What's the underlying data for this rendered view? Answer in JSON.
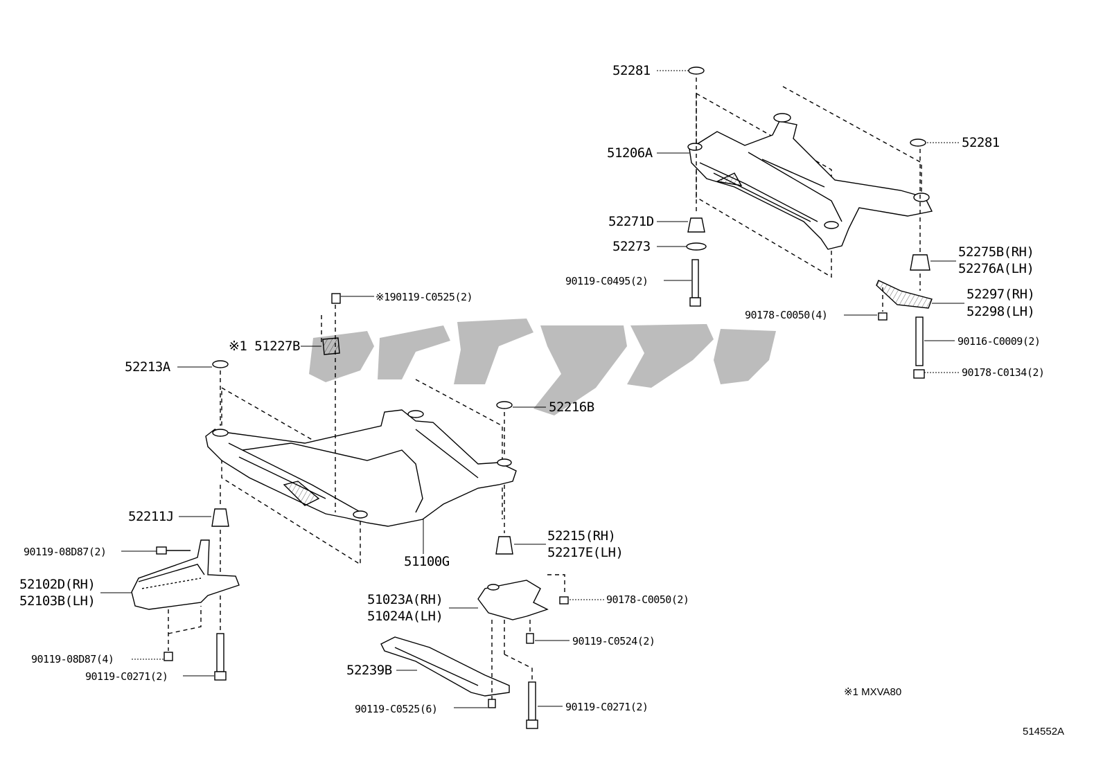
{
  "diagram": {
    "ref_number": "514552A",
    "model_note": "※1 MXVA80",
    "watermark_color": "#b5b5b5",
    "line_color": "#000000",
    "parts": {
      "p52281_top": "52281",
      "p52281_right": "52281",
      "p51206A": "51206A",
      "p52271D": "52271D",
      "p52273": "52273",
      "p90119_C0495": "90119-C0495(2)",
      "p52275B": "52275B(RH)",
      "p52276A": "52276A(LH)",
      "p52297": "52297(RH)",
      "p52298": "52298(LH)",
      "p90178_C0050_4": "90178-C0050(4)",
      "p90116_C0009": "90116-C0009(2)",
      "p90178_C0134": "90178-C0134(2)",
      "p90119_C0525_top": "※190119-C0525(2)",
      "p51227B": "※1 51227B",
      "p52213A": "52213A",
      "p52216B": "52216B",
      "p52211J": "52211J",
      "p90119_08D87_2": "90119-08D87(2)",
      "p52102D": "52102D(RH)",
      "p52103B": "52103B(LH)",
      "p90119_08D87_4": "90119-08D87(4)",
      "p90119_C0271_left": "90119-C0271(2)",
      "p51100G": "51100G",
      "p52215": "52215(RH)",
      "p52217E": "52217E(LH)",
      "p51023A": "51023A(RH)",
      "p51024A": "51024A(LH)",
      "p90178_C0050_2": "90178-C0050(2)",
      "p90119_C0524": "90119-C0524(2)",
      "p52239B": "52239B",
      "p90119_C0525_6": "90119-C0525(6)",
      "p90119_C0271_right": "90119-C0271(2)"
    }
  }
}
